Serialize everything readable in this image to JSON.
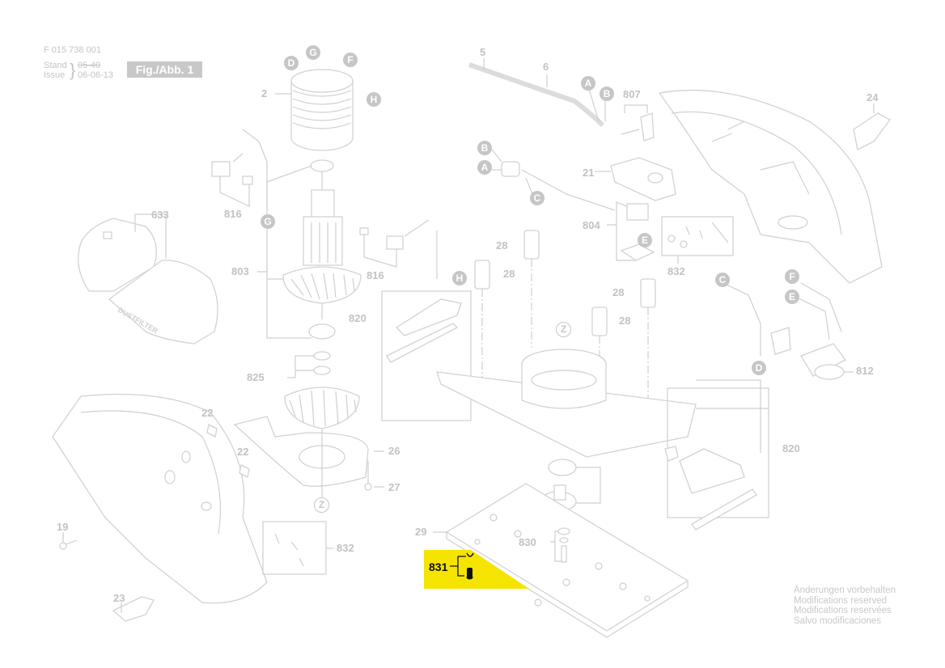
{
  "header": {
    "doc_number": "F 015 738 001",
    "stand_label": "Stand",
    "stand_value": "05-40",
    "issue_label": "Issue",
    "issue_value": "06-06-13",
    "figure_label": "Fig./Abb. 1"
  },
  "highlight": {
    "part_number": "831",
    "color": "#f5e400"
  },
  "part_labels": [
    {
      "id": "p2",
      "text": "2"
    },
    {
      "id": "p5",
      "text": "5"
    },
    {
      "id": "p6",
      "text": "6"
    },
    {
      "id": "p807",
      "text": "807"
    },
    {
      "id": "p24",
      "text": "24"
    },
    {
      "id": "p21",
      "text": "21"
    },
    {
      "id": "p816a",
      "text": "816"
    },
    {
      "id": "p633",
      "text": "633"
    },
    {
      "id": "p803",
      "text": "803"
    },
    {
      "id": "p816b",
      "text": "816"
    },
    {
      "id": "p804",
      "text": "804"
    },
    {
      "id": "p832a",
      "text": "832"
    },
    {
      "id": "p28a",
      "text": "28"
    },
    {
      "id": "p28b",
      "text": "28"
    },
    {
      "id": "p28c",
      "text": "28"
    },
    {
      "id": "p28d",
      "text": "28"
    },
    {
      "id": "p820a",
      "text": "820"
    },
    {
      "id": "p825",
      "text": "825"
    },
    {
      "id": "p812",
      "text": "812"
    },
    {
      "id": "p22a",
      "text": "22"
    },
    {
      "id": "p22b",
      "text": "22"
    },
    {
      "id": "p26",
      "text": "26"
    },
    {
      "id": "p27",
      "text": "27"
    },
    {
      "id": "p820b",
      "text": "820"
    },
    {
      "id": "p19",
      "text": "19"
    },
    {
      "id": "p832b",
      "text": "832"
    },
    {
      "id": "p29",
      "text": "29"
    },
    {
      "id": "p830",
      "text": "830"
    },
    {
      "id": "p23",
      "text": "23"
    }
  ],
  "connector_markers": [
    {
      "id": "D1",
      "text": "D"
    },
    {
      "id": "G1",
      "text": "G"
    },
    {
      "id": "F1",
      "text": "F"
    },
    {
      "id": "H1",
      "text": "H"
    },
    {
      "id": "A1",
      "text": "A"
    },
    {
      "id": "B1",
      "text": "B"
    },
    {
      "id": "B2",
      "text": "B"
    },
    {
      "id": "A2",
      "text": "A"
    },
    {
      "id": "C1",
      "text": "C"
    },
    {
      "id": "G2",
      "text": "G"
    },
    {
      "id": "H2",
      "text": "H"
    },
    {
      "id": "E1",
      "text": "E"
    },
    {
      "id": "C2",
      "text": "C"
    },
    {
      "id": "F2",
      "text": "F"
    },
    {
      "id": "E2",
      "text": "E"
    },
    {
      "id": "D2",
      "text": "D"
    },
    {
      "id": "Z1",
      "text": "Z"
    },
    {
      "id": "Z2",
      "text": "Z"
    }
  ],
  "product_print": "DUSTFILTER",
  "footer_notes": [
    "Änderungen vorbehalten",
    "Modifications reserved",
    "Modifications reservées",
    "Salvo modificaciones"
  ]
}
